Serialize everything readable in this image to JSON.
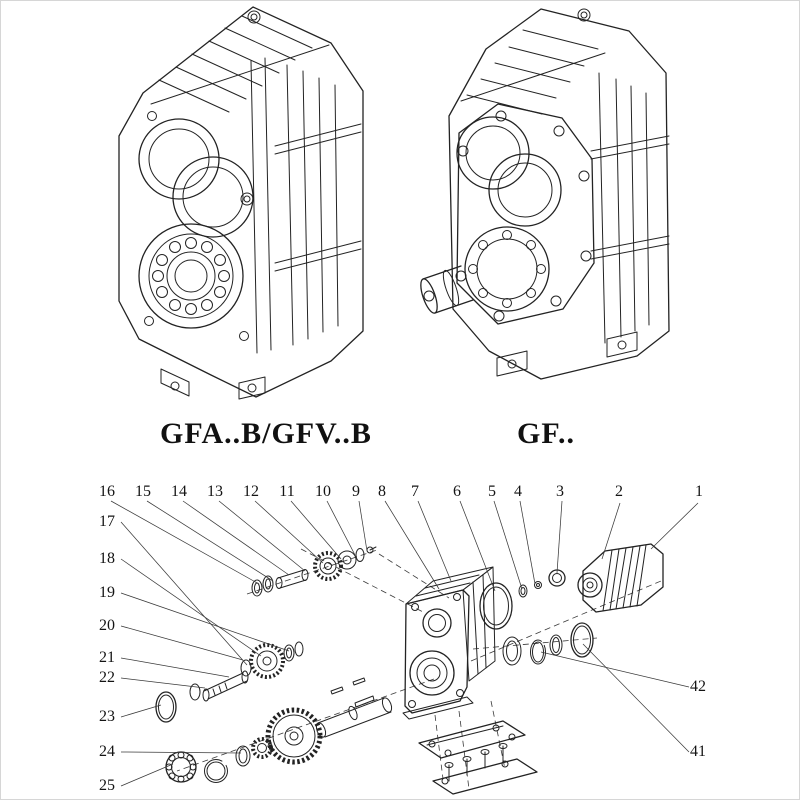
{
  "models": {
    "left_label": "GFA..B/GFV..B",
    "right_label": "GF.."
  },
  "exploded": {
    "top_numbers": [
      "16",
      "15",
      "14",
      "13",
      "12",
      "11",
      "10",
      "9",
      "8",
      "7",
      "6",
      "5",
      "4",
      "3",
      "2",
      "1"
    ],
    "left_numbers": [
      "17",
      "18",
      "19",
      "20",
      "21",
      "22",
      "23",
      "24",
      "25"
    ],
    "right_numbers": [
      "42",
      "41"
    ]
  },
  "colors": {
    "line": "#232323",
    "paper": "#ffffff",
    "frame": "#d6d6d6"
  },
  "drawings": {
    "left_view": "parallel-shaft-gearbox-flange-mount",
    "right_view": "parallel-shaft-gearbox-with-output-shaft",
    "bottom_view": "exploded-parts-diagram"
  }
}
